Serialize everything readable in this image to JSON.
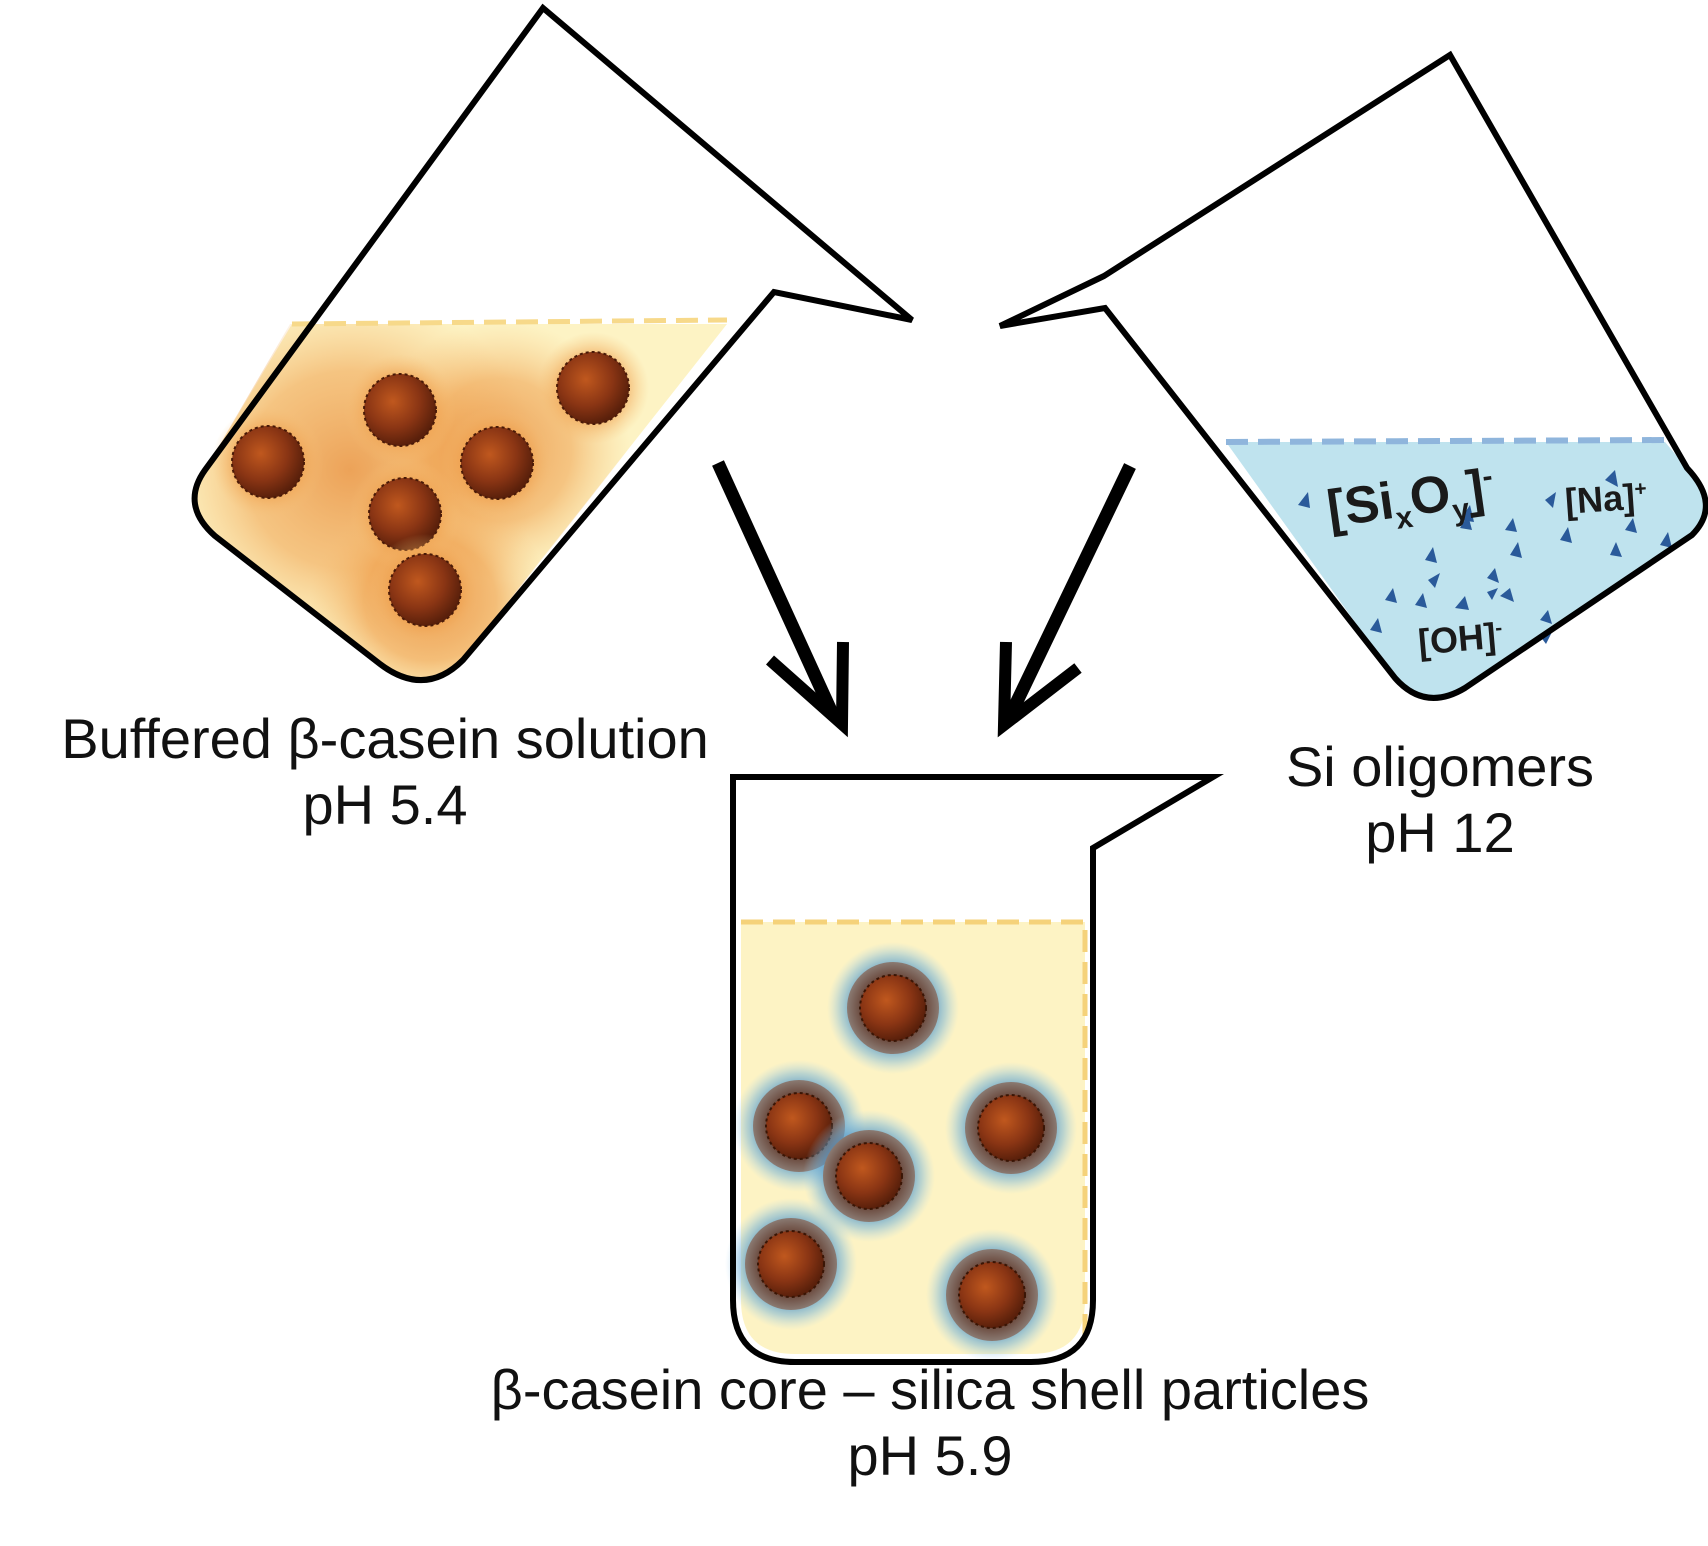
{
  "colors": {
    "outline": "#000000",
    "casein_solution": "#fdf3c4",
    "casein_glow": "#e8892f",
    "particle_core": "#7a2e12",
    "silica_solution": "#bfe3ee",
    "silica_dash": "#8fb5dc",
    "ion_marker": "#2a5a9a",
    "product_solution": "#fdf3c4",
    "product_dash": "#f5d27a",
    "shell_glow": "#3f87c0"
  },
  "labels": {
    "left": {
      "line1": "Buffered β-casein solution",
      "line2": "pH 5.4"
    },
    "right": {
      "line1": "Si oligomers",
      "line2": "pH 12"
    },
    "bottom": {
      "line1": "β-casein core – silica shell particles",
      "line2": "pH 5.9"
    }
  },
  "ions": {
    "sixoy": {
      "open": "[Si",
      "sub_x": "x",
      "o": "O",
      "sub_y": "y",
      "close": "]",
      "charge": "-"
    },
    "na": {
      "text": "[Na]",
      "charge": "+"
    },
    "oh": {
      "text": "[OH]",
      "charge": "-"
    }
  }
}
